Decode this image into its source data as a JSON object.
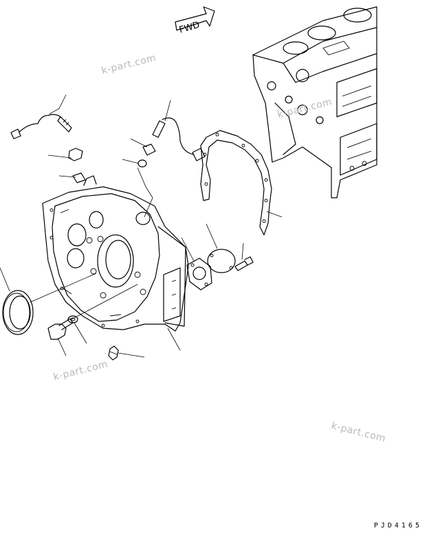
{
  "arrow": {
    "label": "FWD"
  },
  "watermarks": [
    "k-part.com",
    "k-part.com",
    "k-part.com",
    "k-part.com"
  ],
  "drawing_code": "PJD4165",
  "colors": {
    "line": "#000000",
    "watermark": "#b9b9b9",
    "background": "#ffffff"
  }
}
